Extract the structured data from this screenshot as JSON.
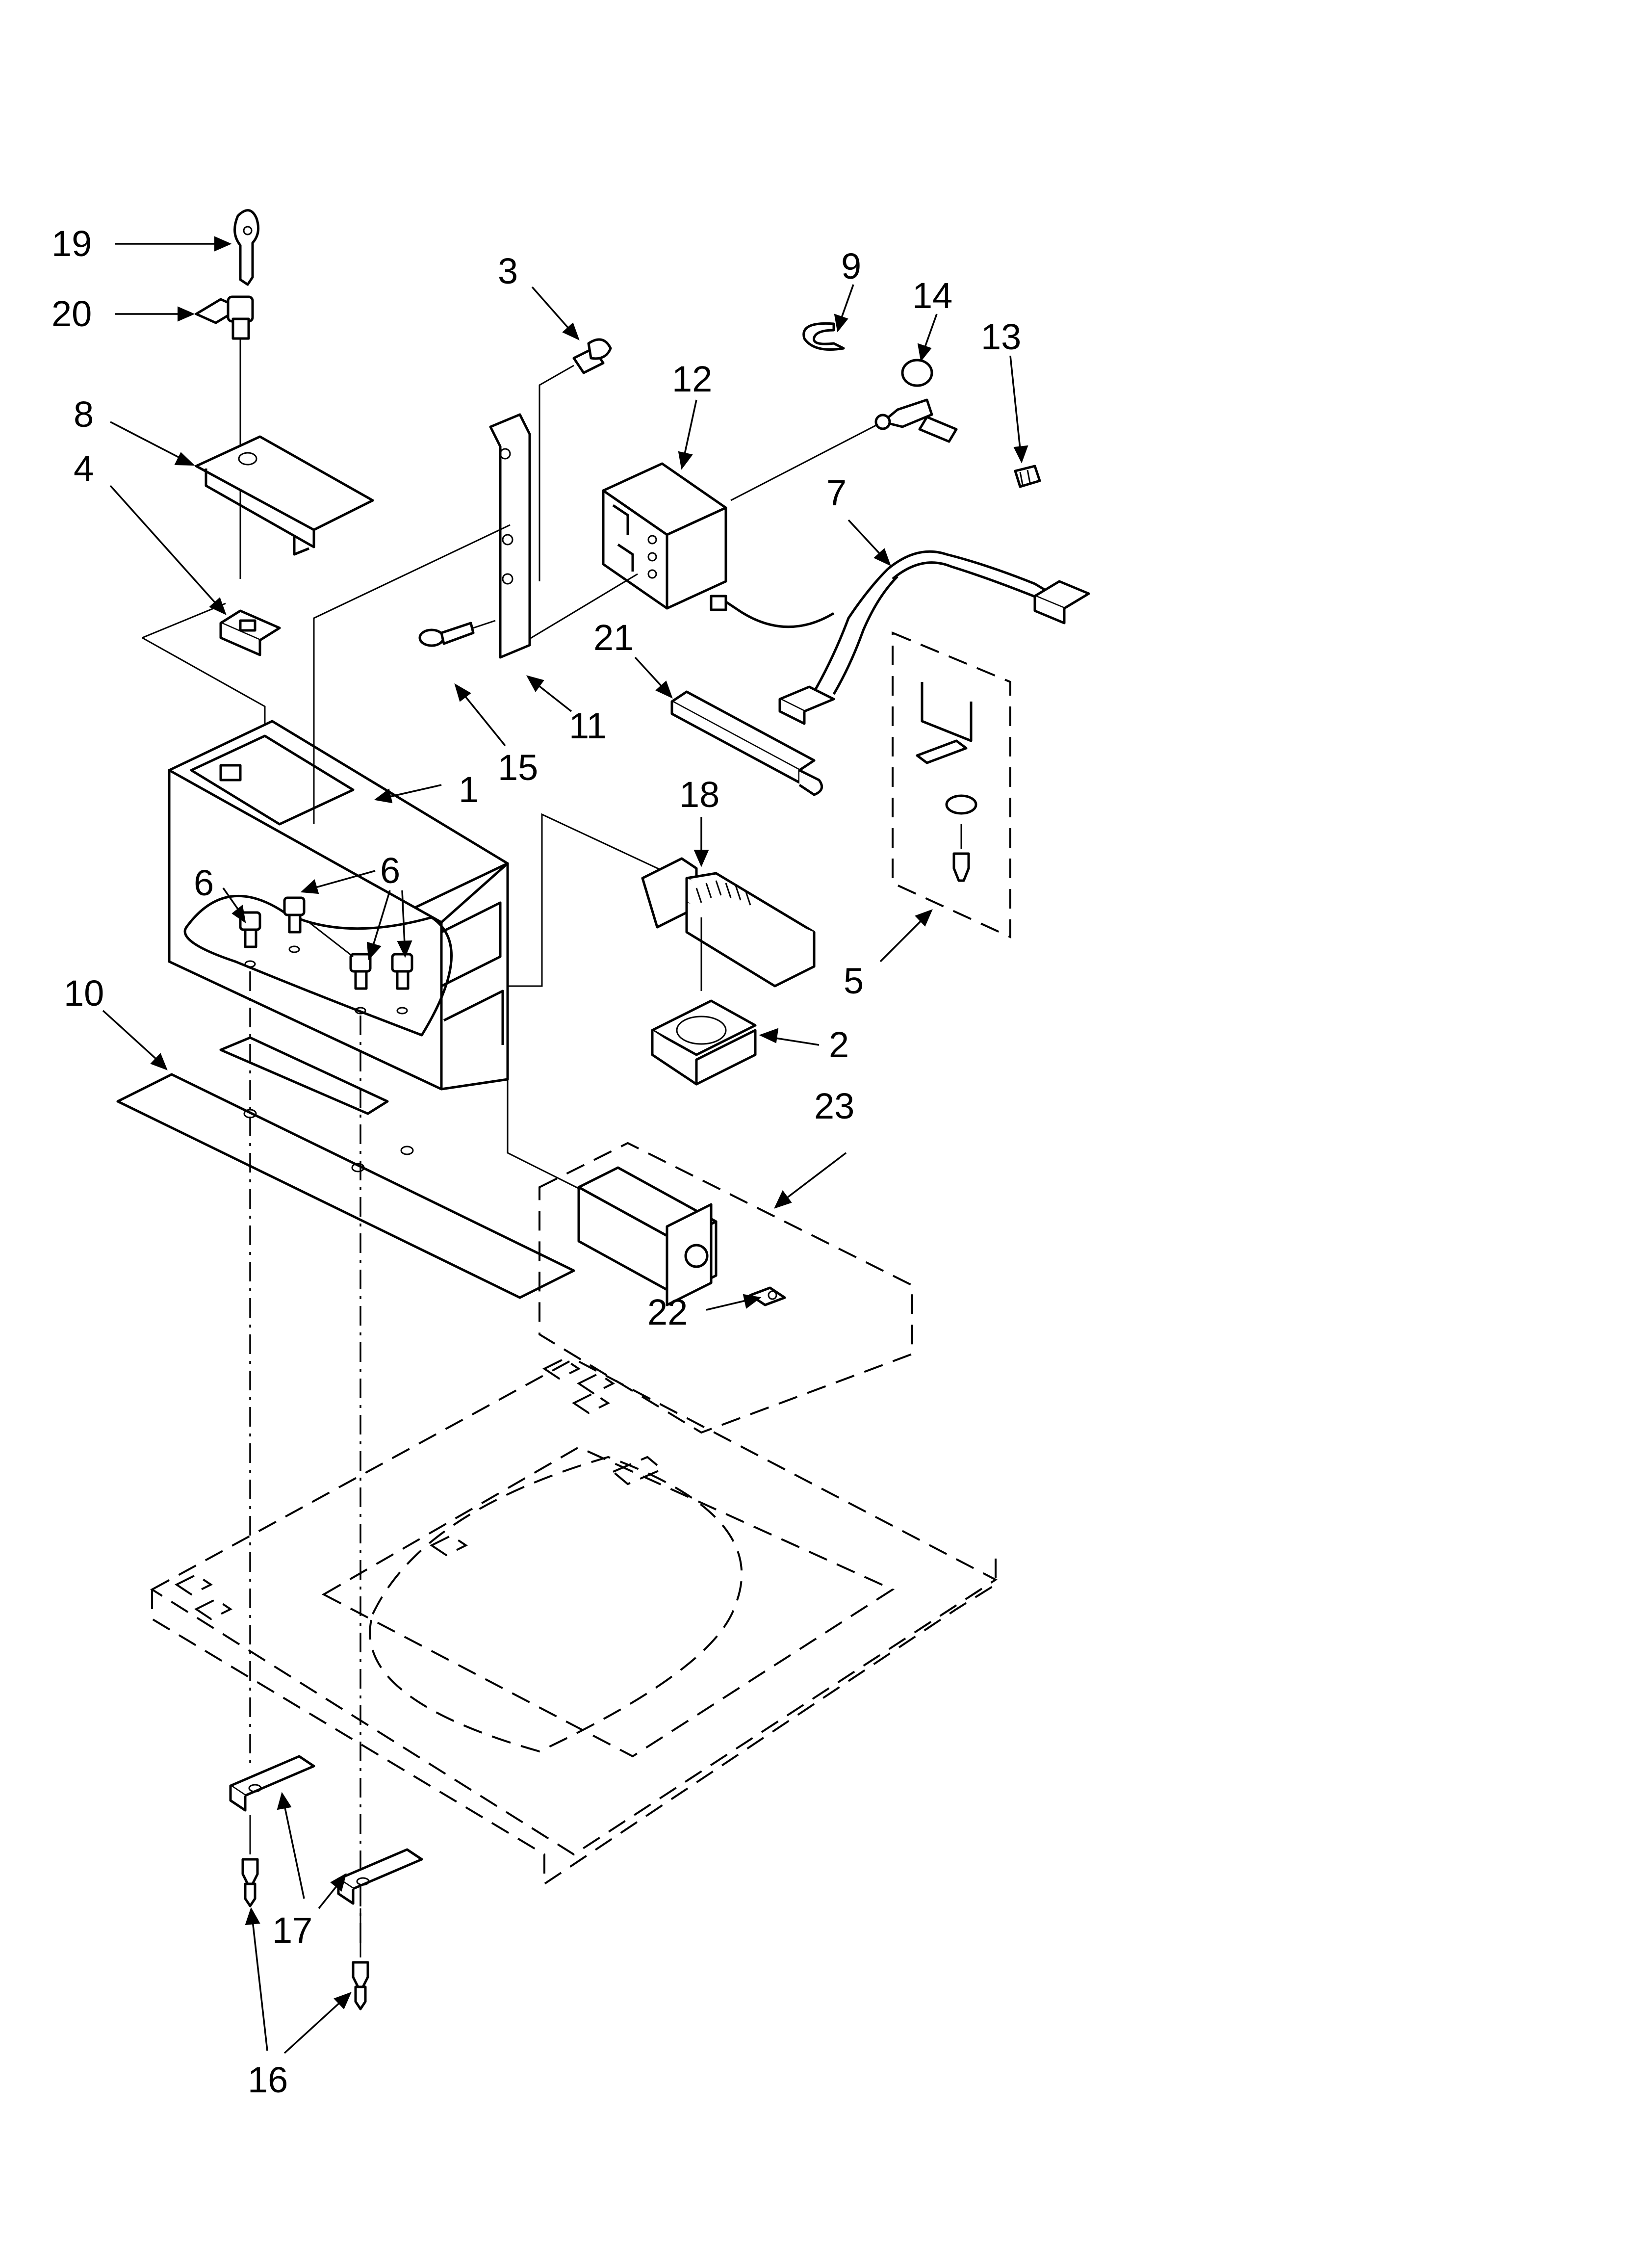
{
  "callouts": [
    {
      "id": "c19",
      "label": "19"
    },
    {
      "id": "c20",
      "label": "20"
    },
    {
      "id": "c8",
      "label": "8"
    },
    {
      "id": "c4",
      "label": "4"
    },
    {
      "id": "c3",
      "label": "3"
    },
    {
      "id": "c9",
      "label": "9"
    },
    {
      "id": "c14",
      "label": "14"
    },
    {
      "id": "c13",
      "label": "13"
    },
    {
      "id": "c12",
      "label": "12"
    },
    {
      "id": "c7",
      "label": "7"
    },
    {
      "id": "c21",
      "label": "21"
    },
    {
      "id": "c11",
      "label": "11"
    },
    {
      "id": "c15",
      "label": "15"
    },
    {
      "id": "c1",
      "label": "1"
    },
    {
      "id": "c18",
      "label": "18"
    },
    {
      "id": "c6a",
      "label": "6"
    },
    {
      "id": "c6b",
      "label": "6"
    },
    {
      "id": "c10",
      "label": "10"
    },
    {
      "id": "c5",
      "label": "5"
    },
    {
      "id": "c2",
      "label": "2"
    },
    {
      "id": "c23",
      "label": "23"
    },
    {
      "id": "c22",
      "label": "22"
    },
    {
      "id": "c17",
      "label": "17"
    },
    {
      "id": "c16",
      "label": "16"
    }
  ]
}
